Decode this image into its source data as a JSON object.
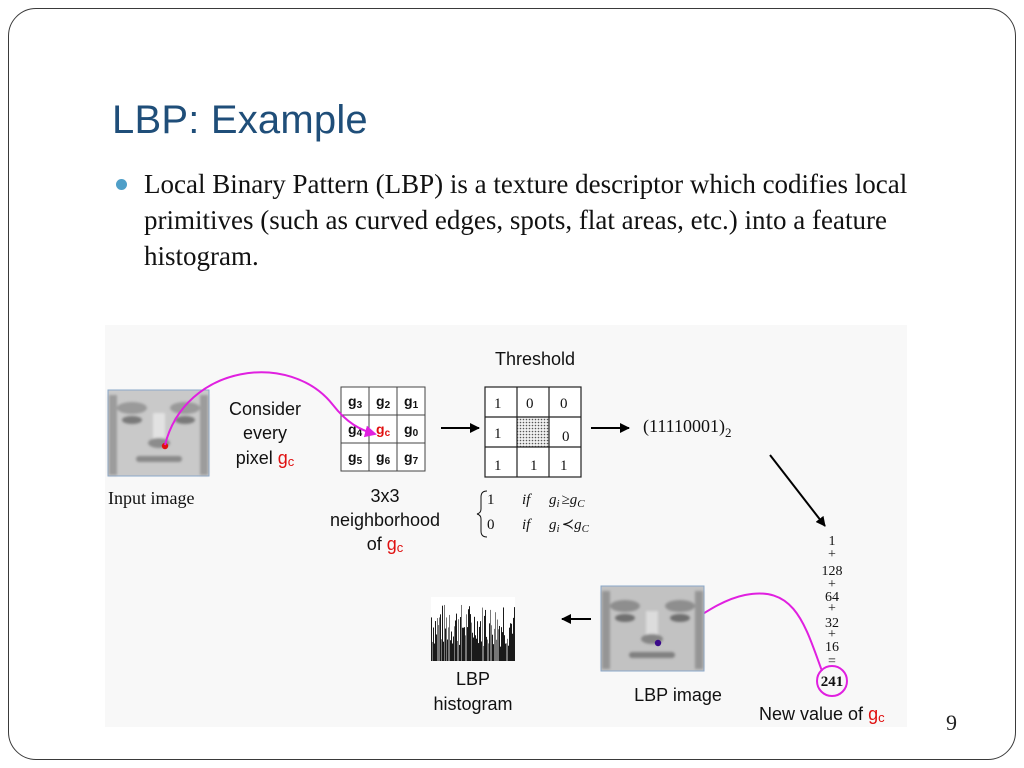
{
  "slide": {
    "title": "LBP: Example",
    "bullet": "Local Binary Pattern (LBP) is a texture descriptor which codifies local primitives (such as curved edges, spots, flat areas, etc.) into a feature histogram.",
    "page_number": "9"
  },
  "colors": {
    "title": "#1f4e79",
    "bullet": "#4f9fc8",
    "highlight": "#e01010",
    "arc": "#e020e0"
  },
  "figure": {
    "input_caption": "Input image",
    "consider": {
      "line1": "Consider",
      "line2": "every",
      "line3_prefix": "pixel ",
      "g": "g",
      "c": "c"
    },
    "neighborhood": {
      "cells": [
        {
          "g": "g",
          "sub": "3"
        },
        {
          "g": "g",
          "sub": "2"
        },
        {
          "g": "g",
          "sub": "1"
        },
        {
          "g": "g",
          "sub": "4"
        },
        {
          "g": "g",
          "sub": "c"
        },
        {
          "g": "g",
          "sub": "0"
        },
        {
          "g": "g",
          "sub": "5"
        },
        {
          "g": "g",
          "sub": "6"
        },
        {
          "g": "g",
          "sub": "7"
        }
      ],
      "caption_line1": "3x3",
      "caption_line2": "neighborhood",
      "caption_line3_prefix": "of "
    },
    "threshold": {
      "label": "Threshold",
      "cells": [
        "1",
        "0",
        "0",
        "1",
        "",
        "0",
        "1",
        "1",
        "1"
      ],
      "rule1": {
        "value": "1",
        "if": "if",
        "g": "g",
        "i": "i",
        "op": "≥",
        "g2": "g",
        "c": "C"
      },
      "rule2": {
        "value": "0",
        "if": "if",
        "g": "g",
        "i": "i",
        "op": "≺",
        "g2": "g",
        "c": "C"
      }
    },
    "binary": {
      "text": "(11110001)",
      "sub": "2"
    },
    "sum_items": [
      "1",
      "+",
      "128",
      "+",
      "64",
      "+",
      "32",
      "+",
      "16",
      "="
    ],
    "result": "241",
    "new_value": {
      "prefix": "New value of ",
      "g": "g",
      "c": "c"
    },
    "lbp_image_caption": "LBP image",
    "histogram_caption": {
      "line1": "LBP",
      "line2": "histogram"
    }
  }
}
